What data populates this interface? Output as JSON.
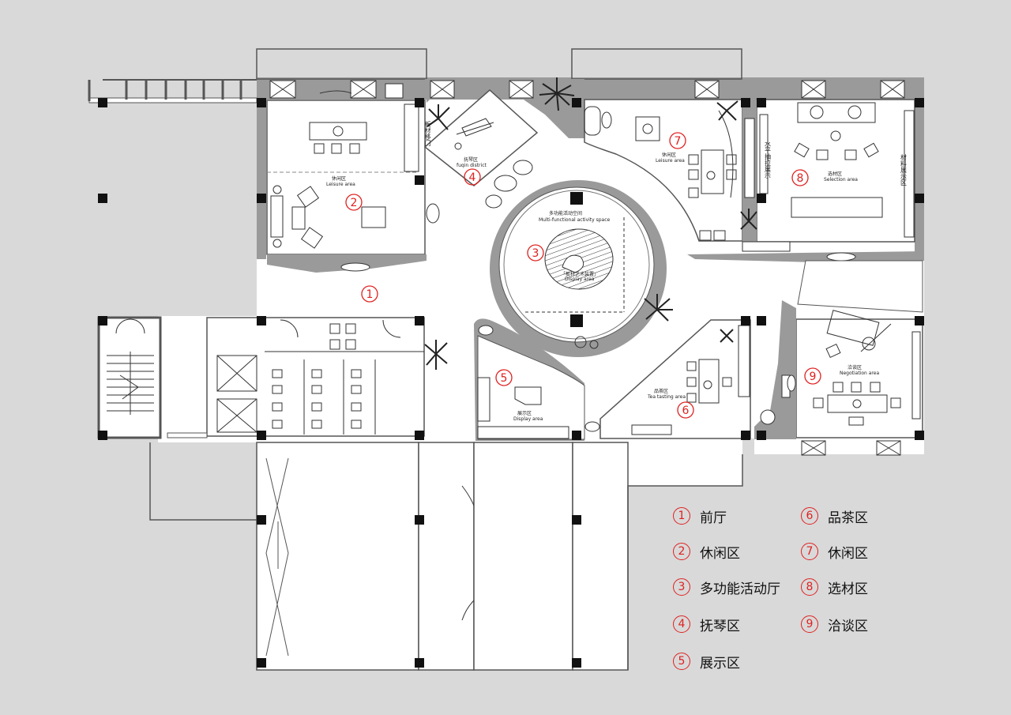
{
  "legend": {
    "items": [
      {
        "num": "1",
        "label": "前厅"
      },
      {
        "num": "2",
        "label": "休闲区"
      },
      {
        "num": "3",
        "label": "多功能活动厅"
      },
      {
        "num": "4",
        "label": "抚琴区"
      },
      {
        "num": "5",
        "label": "展示区"
      },
      {
        "num": "6",
        "label": "品茶区"
      },
      {
        "num": "7",
        "label": "休闲区"
      },
      {
        "num": "8",
        "label": "选材区"
      },
      {
        "num": "9",
        "label": "洽谈区"
      }
    ]
  },
  "rooms": {
    "leisure_left": {
      "cn": "休闲区",
      "en": "Leisure area",
      "num": "2"
    },
    "fuqin": {
      "cn": "抚琴区",
      "en": "fuqin district",
      "num": "4"
    },
    "multi": {
      "cn": "多功能活动空间",
      "en": "Multi-functional activity space",
      "num": "3"
    },
    "art": {
      "cn": "「板材艺术装置」",
      "en": "Display area"
    },
    "leisure_right": {
      "cn": "休闲区",
      "en": "Leisure area",
      "num": "7"
    },
    "selection": {
      "cn": "选材区",
      "en": "Selection area",
      "num": "8"
    },
    "display": {
      "cn": "展示区",
      "en": "Display area",
      "num": "5"
    },
    "tea": {
      "cn": "品茶区",
      "en": "Tea tasting area",
      "num": "6"
    },
    "negotiation": {
      "cn": "洽谈区",
      "en": "Negotiation area",
      "num": "9"
    },
    "lobby": {
      "num": "1"
    }
  },
  "vertical_labels": {
    "sliding_door": "板材移门",
    "horizontal_display": "水平抽拉展示",
    "material_display": "材料展示区"
  },
  "colors": {
    "background": "#d9d9d9",
    "wall": "#7a7a7a",
    "column": "#111111",
    "zone_number": "#e02020"
  }
}
